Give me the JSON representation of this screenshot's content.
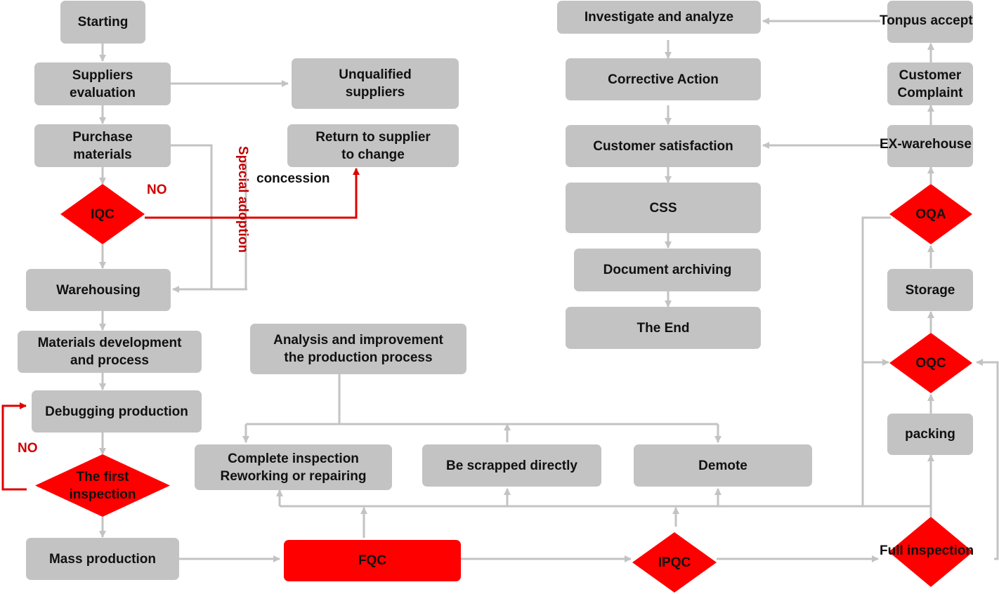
{
  "colors": {
    "box": "#c3c3c3",
    "decision": "#ff0000",
    "connector": "#c3c3c3",
    "reject_path": "#e00000",
    "label_red": "#c00000"
  },
  "nodes": {
    "starting": "Starting",
    "suppliers_evaluation": "Suppliers\nevaluation",
    "unqualified_suppliers": "Unqualified\nsuppliers",
    "purchase_materials": "Purchase\nmaterials",
    "return_to_supplier": "Return to supplier\nto change",
    "warehousing": "Warehousing",
    "materials_development": "Materials development\nand process",
    "debugging_production": "Debugging production",
    "mass_production": "Mass production",
    "fqc": "FQC",
    "analysis_improvement": "Analysis and improvement\nthe production process",
    "complete_inspection": "Complete inspection\nReworking or repairing",
    "be_scrapped": "Be scrapped directly",
    "demote": "Demote",
    "investigate": "Investigate and analyze",
    "corrective_action": "Corrective Action",
    "customer_satisfaction": "Customer satisfaction",
    "css": "CSS",
    "document_archiving": "Document archiving",
    "the_end": "The End",
    "tonpus_accept": "Tonpus accept",
    "customer_complaint": "Customer\nComplaint",
    "ex_warehouse": "EX-warehouse",
    "storage": "Storage",
    "packing": "packing"
  },
  "decisions": {
    "iqc": "IQC",
    "first_inspection": "The first\ninspection",
    "ipqc": "IPQC",
    "full_inspection": "Full inspection",
    "oqa": "OQA",
    "oqc": "OQC"
  },
  "labels": {
    "no_iqc": "NO",
    "special_adoption": "Special adoption",
    "concession": "concession",
    "no_first": "NO"
  }
}
